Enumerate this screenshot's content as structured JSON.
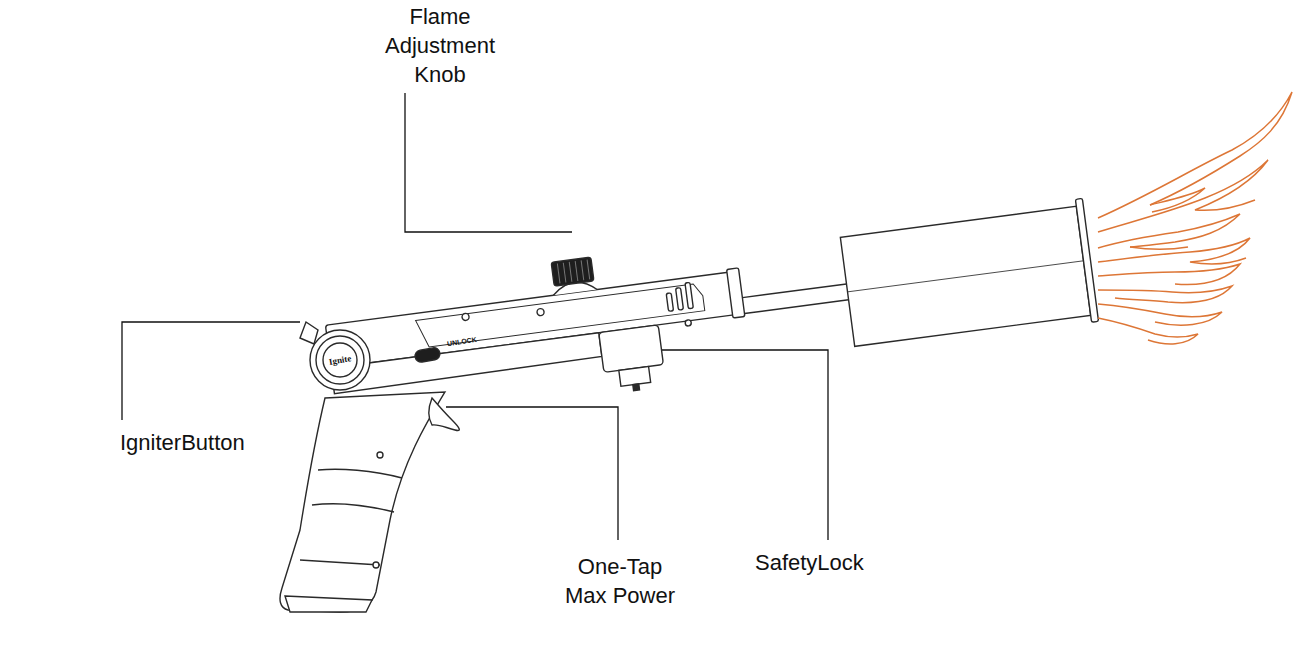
{
  "diagram": {
    "labels": [
      "Flame Adjustment Knob",
      "IgniterButton",
      "One-Tap Max Power",
      "SafetyLock",
      "Ignite",
      "UNLOCK"
    ]
  }
}
